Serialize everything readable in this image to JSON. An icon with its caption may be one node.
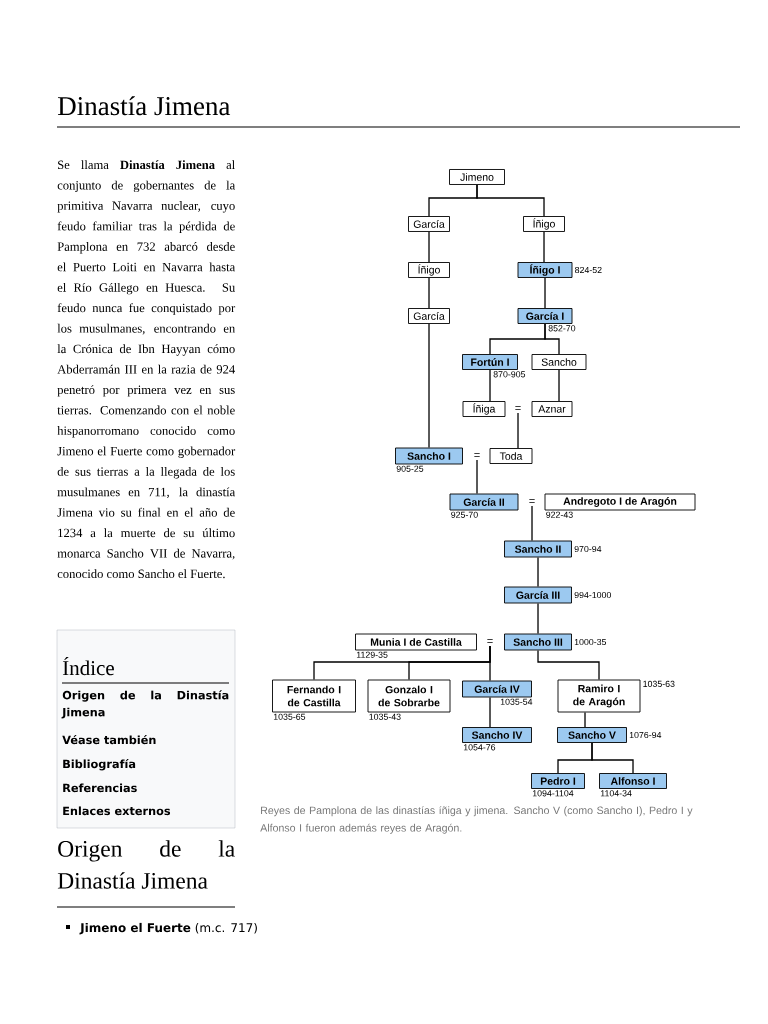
{
  "diagram": {
    "title": "Dinastía Jimena",
    "caption": "Reyes de Pamplona de las dinastías íñiga y jimena. Sancho V (como Sancho I), Pedro I y Alfonso I fueron además reyes de Aragón.",
    "nodes": [
      {
        "text": [
          "Jimeno"
        ]
      },
      {
        "text": [
          "García"
        ]
      },
      {
        "text": [
          "Íñigo"
        ]
      },
      {
        "text": [
          "Íñigo"
        ]
      },
      {
        "text": [
          "Íñigo I"
        ],
        "beside": [
          "824-52"
        ]
      },
      {
        "text": [
          "García"
        ]
      },
      {
        "text": [
          "García I"
        ],
        "beside": [
          "852-70"
        ]
      },
      {
        "text": [
          "Fortún I"
        ],
        "beside": [
          "870-905"
        ]
      },
      {
        "text": [
          "Sancho"
        ]
      },
      {
        "text": [
          "Íñiga"
        ]
      },
      {
        "text": [
          "="
        ]
      },
      {
        "text": [
          "Aznar"
        ]
      },
      {
        "text": [
          "Sancho I"
        ],
        "beside": [
          "905-25"
        ]
      },
      {
        "text": [
          "="
        ]
      },
      {
        "text": [
          "Toda"
        ]
      },
      {
        "text": [
          "García II"
        ],
        "beside": [
          "925-70"
        ]
      },
      {
        "text": [
          "="
        ]
      },
      {
        "text": [
          "Andregoto I de Aragón"
        ],
        "beside": [
          "922-43"
        ]
      },
      {
        "text": [
          "Sancho II"
        ],
        "beside": [
          "970-94"
        ]
      },
      {
        "text": [
          "García III"
        ],
        "beside": [
          "994-1000"
        ]
      },
      {
        "text": [
          "Munia I de Castilla"
        ],
        "beside": [
          "1129-35"
        ]
      },
      {
        "text": [
          "="
        ]
      },
      {
        "text": [
          "Sancho III"
        ],
        "beside": [
          "1000-35"
        ]
      },
      {
        "text": [
          "Fernando I de Castilla"
        ],
        "beside": [
          "1035-65"
        ]
      },
      {
        "text": [
          "Gonzalo I de Sobrarbe"
        ],
        "beside": [
          "1035-43"
        ]
      },
      {
        "text": [
          "García IV"
        ],
        "beside": [
          "1035-54"
        ]
      },
      {
        "text": [
          "Ramiro I de Aragón"
        ],
        "beside": [
          "1035-63"
        ]
      },
      {
        "text": [
          "Sancho IV"
        ],
        "beside": [
          "1054-76"
        ]
      },
      {
        "text": [
          "Sancho V"
        ],
        "beside": [
          "1076-94"
        ]
      },
      {
        "text": [
          "Pedro I"
        ],
        "beside": [
          "1094-1104"
        ]
      },
      {
        "text": [
          "Alfonso I"
        ],
        "beside": [
          "1104-34"
        ]
      }
    ],
    "edges": [
      {
        "from": 0,
        "to": 1,
        "arrow": "none"
      },
      {
        "from": 0,
        "to": 2,
        "arrow": "none"
      },
      {
        "from": 1,
        "to": 3,
        "arrow": "none"
      },
      {
        "from": 3,
        "to": 5,
        "arrow": "none"
      },
      {
        "from": 5,
        "to": 12,
        "arrow": "none"
      },
      {
        "from": 2,
        "to": 4,
        "arrow": "none"
      },
      {
        "from": 4,
        "to": 6,
        "arrow": "none"
      },
      {
        "from": 6,
        "to": 7,
        "arrow": "none"
      },
      {
        "from": 6,
        "to": 8,
        "arrow": "none"
      },
      {
        "from": 7,
        "to": 9,
        "arrow": "none"
      },
      {
        "from": 8,
        "to": 11,
        "arrow": "none"
      },
      {
        "from": 10,
        "to": 14,
        "arrow": "none"
      },
      {
        "from": 13,
        "to": 15,
        "arrow": "none"
      },
      {
        "from": 16,
        "to": 18,
        "arrow": "none"
      },
      {
        "from": 18,
        "to": 19,
        "arrow": "none"
      },
      {
        "from": 19,
        "to": 22,
        "arrow": "none"
      },
      {
        "from": 21,
        "to": 23,
        "arrow": "none"
      },
      {
        "from": 21,
        "to": 24,
        "arrow": "none"
      },
      {
        "from": 21,
        "to": 25,
        "arrow": "none"
      },
      {
        "from": 22,
        "to": 26,
        "arrow": "none"
      },
      {
        "from": 25,
        "to": 27,
        "arrow": "none"
      },
      {
        "from": 26,
        "to": 28,
        "arrow": "none"
      },
      {
        "from": 28,
        "to": 29,
        "arrow": "none"
      },
      {
        "from": 28,
        "to": 30,
        "arrow": "none"
      }
    ],
    "labels": [
      "Se llama **Dinastía Jimena** al conjunto de gobernantes de la primitiva Navarra nuclear, cuyo feudo familiar tras la pérdida de Pamplona en 732 abarcó desde el Puerto Loiti en Navarra hasta el Río Gállego en Huesca. Su feudo nunca fue conquistado por los musulmanes, encontrando en la Crónica de Ibn Hayyan cómo Abderramán III en la razia de 924 penetró por primera vez en sus tierras. Comenzando con el noble hispanorromano conocido como Jimeno el Fuerte como gobernador de sus tierras a la llegada de los musulmanes en 711, la dinastía Jimena vio su final en el año de 1234 a la muerte de su último monarca Sancho VII de Navarra, conocido como Sancho el Fuerte.",
      "Índice",
      "Origen de la Dinastía Jimena",
      "Véase también",
      "Bibliografía",
      "Referencias",
      "Enlaces externos",
      "Origen de la Dinastía Jimena",
      "**Jimeno el Fuerte** (m.c. 717)"
    ]
  }
}
